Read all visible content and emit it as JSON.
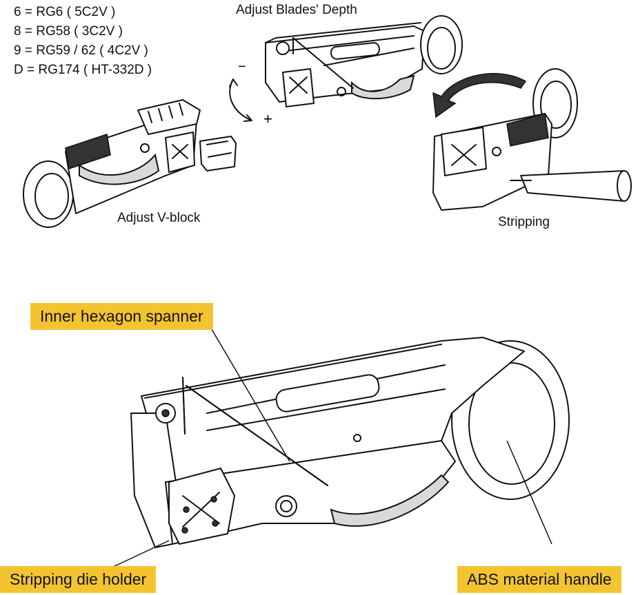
{
  "cable_legend": [
    {
      "code": "6",
      "eq": "=",
      "cable": "RG6",
      "alt": "( 5C2V )"
    },
    {
      "code": "8",
      "eq": "=",
      "cable": "RG58",
      "alt": "( 3C2V )"
    },
    {
      "code": "9",
      "eq": "=",
      "cable": "RG59 / 62",
      "alt": "( 4C2V )"
    },
    {
      "code": "D",
      "eq": "=",
      "cable": "RG174",
      "alt": "( HT-332D )"
    }
  ],
  "steps": {
    "adjust_blades_depth": "Adjust Blades' Depth",
    "adjust_v_block": "Adjust V-block",
    "stripping": "Stripping",
    "minus_sign": "−",
    "plus_sign": "+"
  },
  "callouts": {
    "inner_hexagon_spanner": "Inner hexagon spanner",
    "stripping_die_holder": "Stripping die holder",
    "abs_material_handle": "ABS material handle"
  },
  "colors": {
    "callout_background": "#f4c430",
    "line": "#111111",
    "background": "#ffffff"
  }
}
